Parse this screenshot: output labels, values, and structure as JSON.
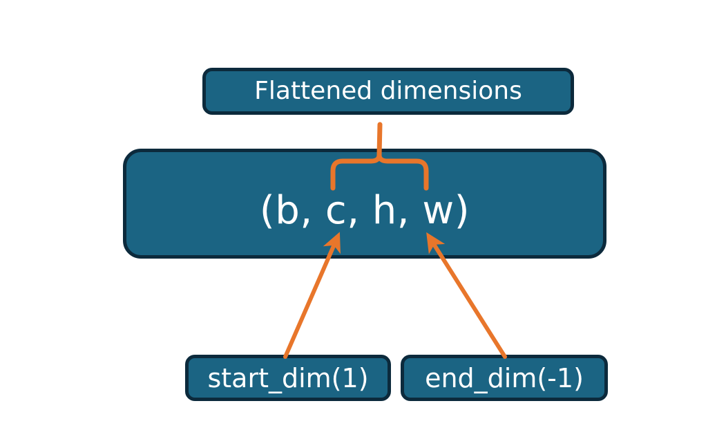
{
  "diagram": {
    "title_text": "Flattened dimensions",
    "shape_text": "(b, c, h, w)",
    "start_dim_text": "start_dim(1)",
    "end_dim_text": "end_dim(-1)",
    "colors": {
      "background": "#ffffff",
      "node_fill": "#1b6483",
      "node_border": "#0c2a3c",
      "node_text": "#ffffff",
      "connector": "#e8762b"
    },
    "nodes": [
      {
        "id": "flattened-dimensions",
        "label": "Flattened dimensions"
      },
      {
        "id": "tensor-shape",
        "label": "(b, c, h, w)"
      },
      {
        "id": "start-dim",
        "label": "start_dim(1)"
      },
      {
        "id": "end-dim",
        "label": "end_dim(-1)"
      }
    ],
    "connectors": [
      {
        "id": "brace-flattened-range",
        "type": "curly-brace",
        "from": "tensor-shape",
        "to": "flattened-dimensions",
        "spans": "c through w"
      },
      {
        "id": "arrow-start-dim",
        "type": "arrow",
        "from": "start-dim",
        "to": "tensor-shape",
        "points_at": "c"
      },
      {
        "id": "arrow-end-dim",
        "type": "arrow",
        "from": "end-dim",
        "to": "tensor-shape",
        "points_at": "w"
      }
    ]
  }
}
